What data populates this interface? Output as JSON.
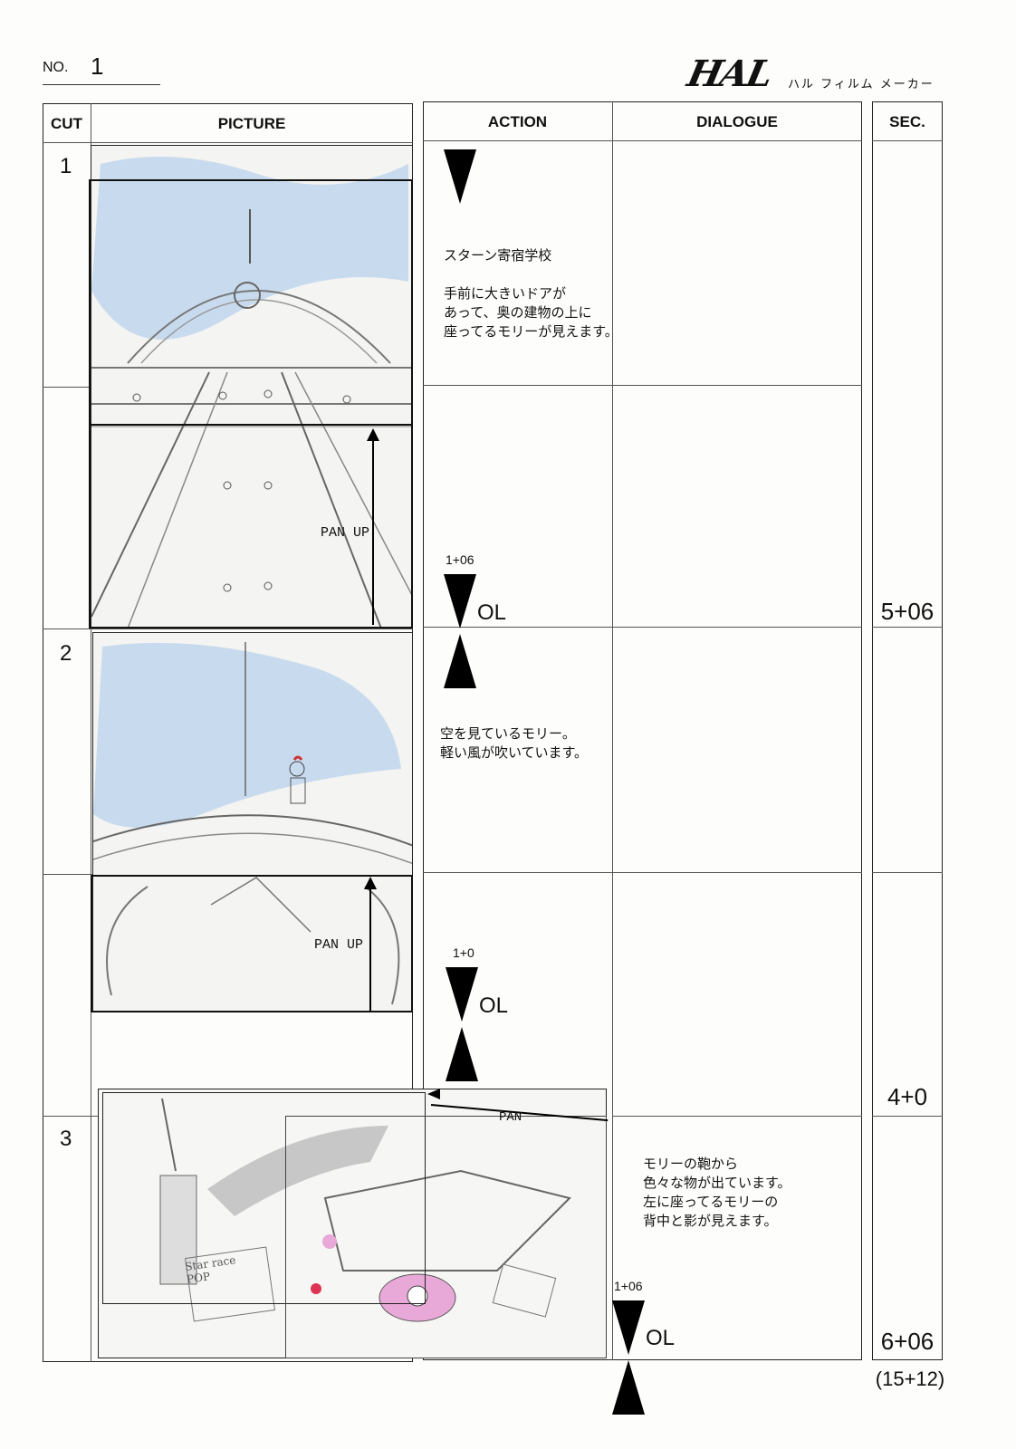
{
  "header": {
    "no_label": "NO.",
    "no_value": "1",
    "logo": "HAL",
    "logo_sub": "ハル フィルム メーカー"
  },
  "columns": {
    "cut": "CUT",
    "picture": "PICTURE",
    "action": "ACTION",
    "dialogue": "DIALOGUE",
    "sec": "SEC."
  },
  "cuts": [
    {
      "num": "1",
      "action_text": "スターン寄宿学校\n\n手前に大きいドアが\nあって、奥の建物の上に\n座ってるモリーが見えます。",
      "pan_label": "PAN UP",
      "transition_time": "1+06",
      "transition": "OL",
      "sec": "5+06"
    },
    {
      "num": "2",
      "action_text": "空を見ているモリー。\n軽い風が吹いています。",
      "pan_label": "PAN UP",
      "transition_time": "1+0",
      "transition": "OL",
      "sec": "4+0"
    },
    {
      "num": "3",
      "dialogue_text": "モリーの鞄から\n色々な物が出ています。\n左に座ってるモリーの\n背中と影が見えます。",
      "pan_label": "PAN",
      "transition_time": "1+06",
      "transition": "OL",
      "sec": "6+06"
    }
  ],
  "total": "(15+12)",
  "sketch_text": "Star race\nPOP"
}
